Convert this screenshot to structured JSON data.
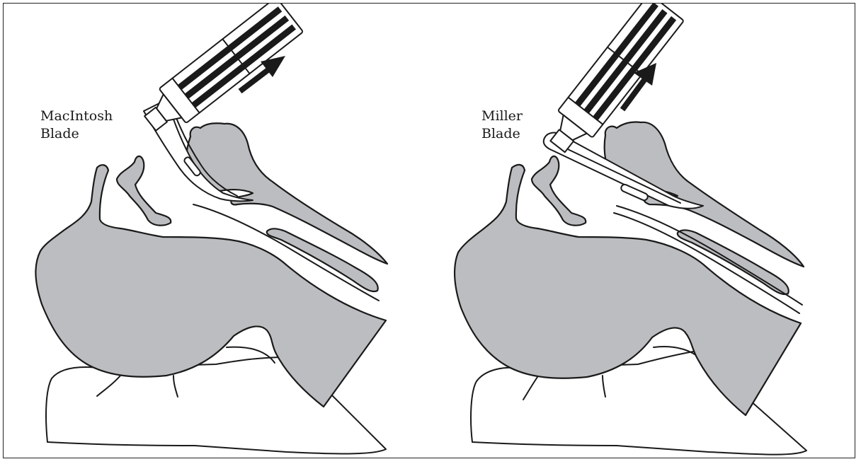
{
  "panels": [
    {
      "label_line1": "MacIntosh",
      "label_line2": "Blade"
    },
    {
      "label_line1": "Miller",
      "label_line2": "Blade"
    }
  ],
  "colors": {
    "tissue": "#bcbdc0",
    "outline": "#1a1a1a",
    "background": "#ffffff"
  }
}
